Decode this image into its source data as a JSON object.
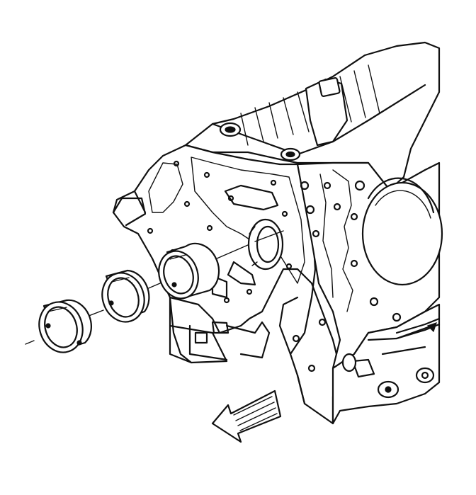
{
  "figure": {
    "ink_color": "#111111",
    "background_color": "#ffffff",
    "parts": [
      "engine-block",
      "camshaft-bearing-front",
      "camshaft-bearing-middle",
      "camshaft-bearing-rear",
      "installation-axis",
      "direction-arrow"
    ]
  }
}
